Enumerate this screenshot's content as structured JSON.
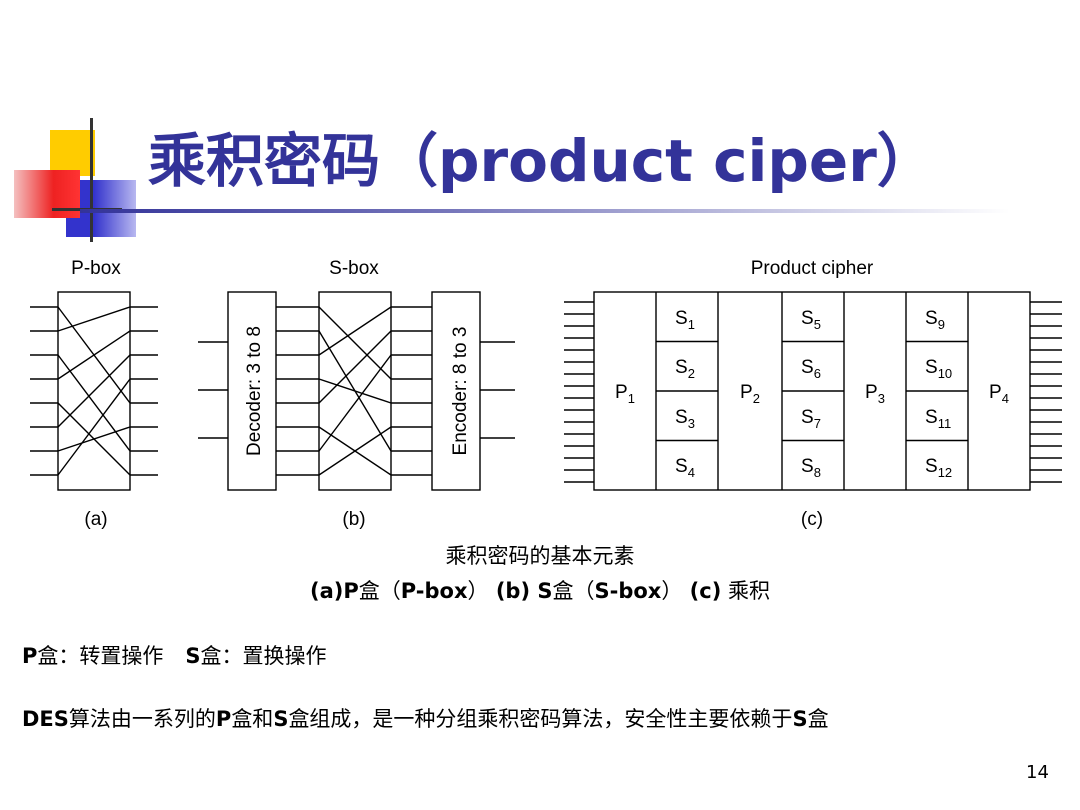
{
  "slide": {
    "title": "乘积密码（product ciper）",
    "page_number": "14"
  },
  "figure": {
    "pbox_label": "P-box",
    "sbox_label": "S-box",
    "product_label": "Product cipher",
    "decoder_label": "Decoder: 3 to 8",
    "encoder_label": "Encoder: 8 to 3",
    "panel_a": "(a)",
    "panel_b": "(b)",
    "panel_c": "(c)",
    "p_boxes": [
      "P",
      "P",
      "P",
      "P"
    ],
    "p_subs": [
      "1",
      "2",
      "3",
      "4"
    ],
    "s_columns": [
      [
        "1",
        "2",
        "3",
        "4"
      ],
      [
        "5",
        "6",
        "7",
        "8"
      ],
      [
        "9",
        "10",
        "11",
        "12"
      ]
    ],
    "s_prefix": "S"
  },
  "caption": {
    "line1": "乘积密码的基本元素",
    "a_part": "(a)P",
    "a_box_cn": "盒（",
    "a_box_en": "P-box",
    "a_close": "）",
    "b_part": "(b) S",
    "b_box_cn": "盒（",
    "b_box_en": "S-box",
    "b_close": "）",
    "c_part": "(c)",
    "c_cn": " 乘积"
  },
  "body": {
    "line1_p": "P",
    "line1_p_text": "盒：转置操作",
    "line1_s": "S",
    "line1_s_text": "盒：置换操作",
    "line2_des": "DES",
    "line2_t1": "算法由一系列的",
    "line2_p": "P",
    "line2_t2": "盒和",
    "line2_s": "S",
    "line2_t3": "盒组成，是一种分组乘积密码算法，安全性主要依赖于",
    "line2_s2": "S",
    "line2_t4": "盒"
  }
}
